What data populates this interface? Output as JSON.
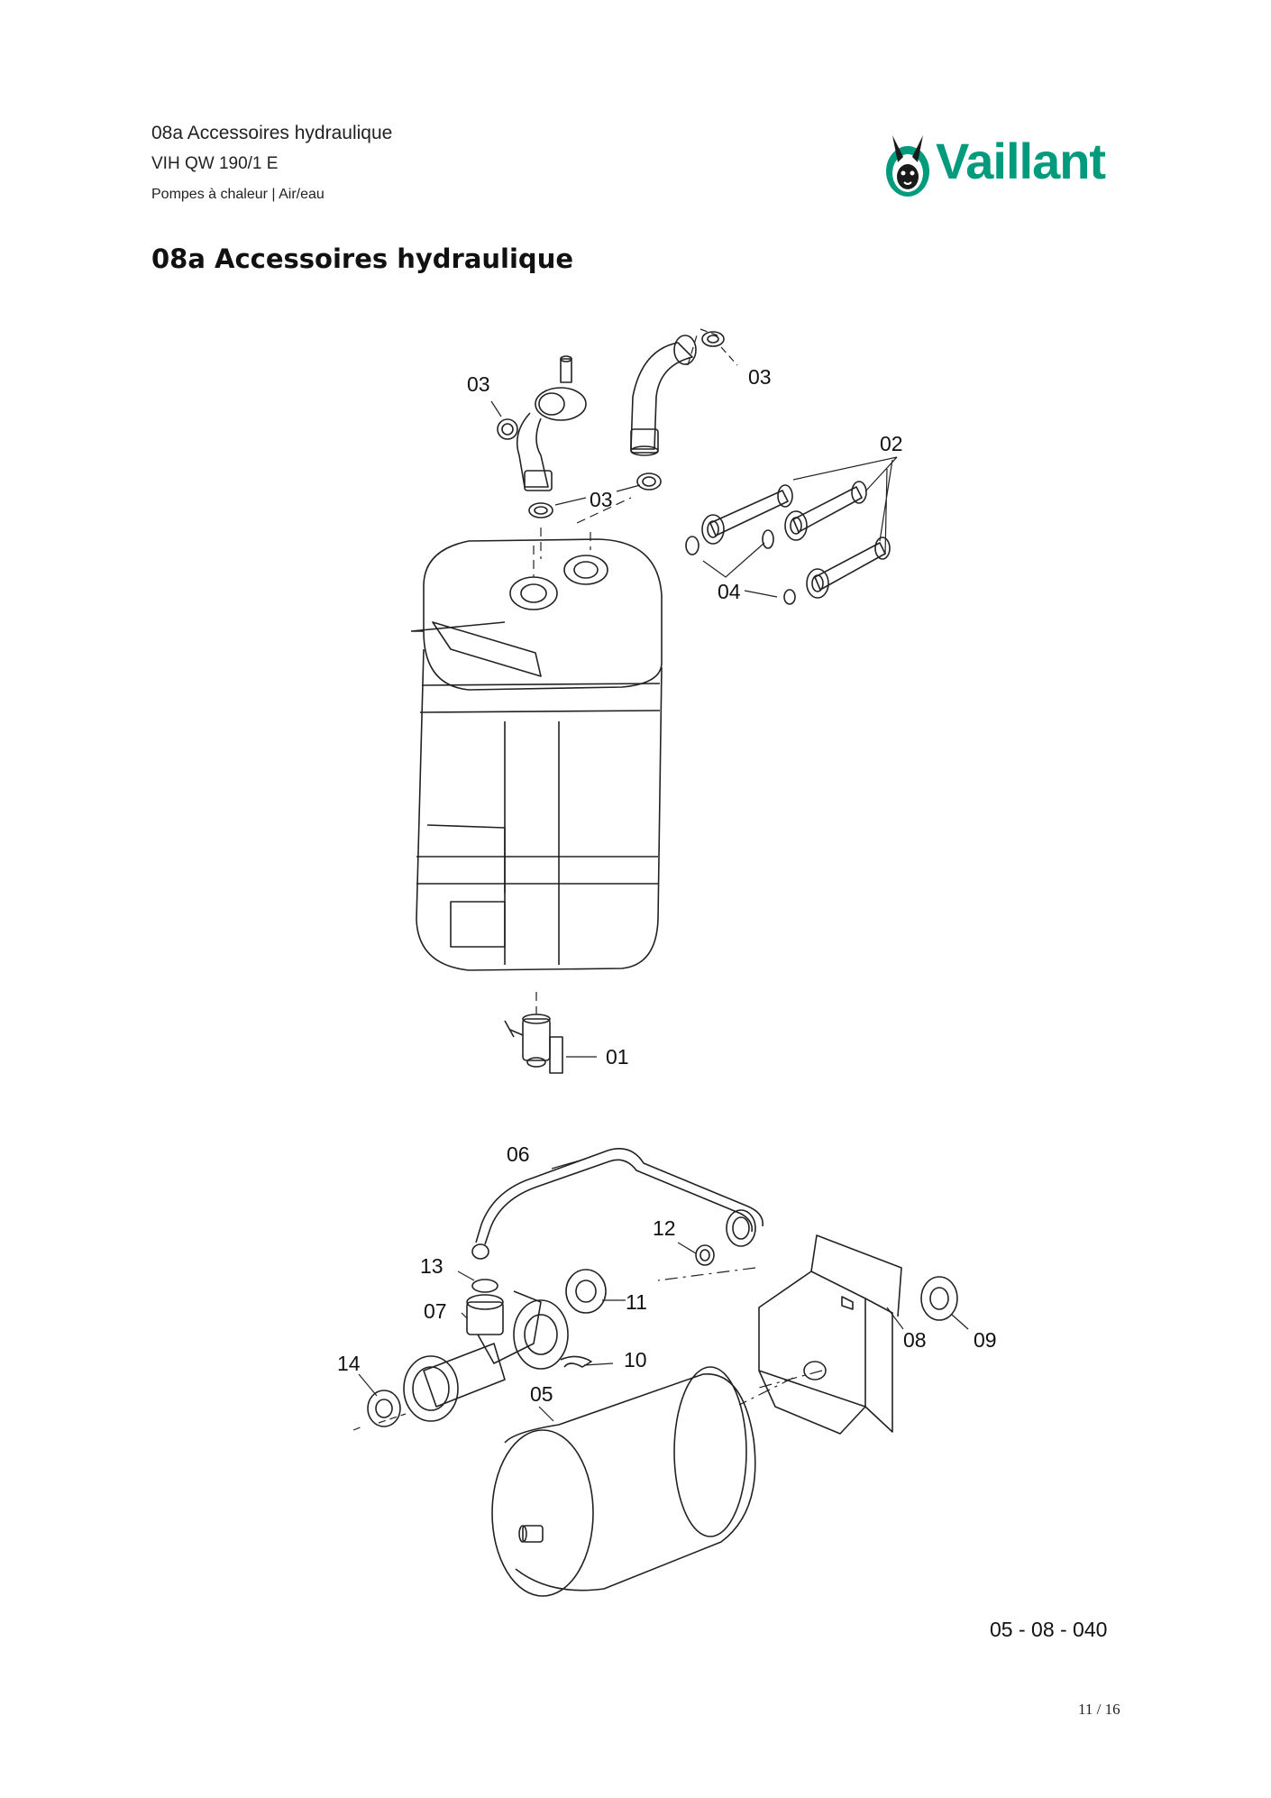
{
  "header": {
    "line1": "08a Accessoires hydraulique",
    "line2": "VIH QW 190/1 E",
    "line3": "Pompes à chaleur | Air/eau"
  },
  "brand": {
    "name": "Vaillant",
    "color": "#009a7c",
    "icon": "hare-logo-icon"
  },
  "page_title": "08a Accessoires hydraulique",
  "diagram": {
    "part_labels": [
      "03",
      "03",
      "02",
      "03",
      "04",
      "01",
      "06",
      "12",
      "13",
      "11",
      "07",
      "10",
      "14",
      "05",
      "08",
      "09"
    ]
  },
  "reference_code": "05 - 08 - 040",
  "page_number": "11 / 16"
}
